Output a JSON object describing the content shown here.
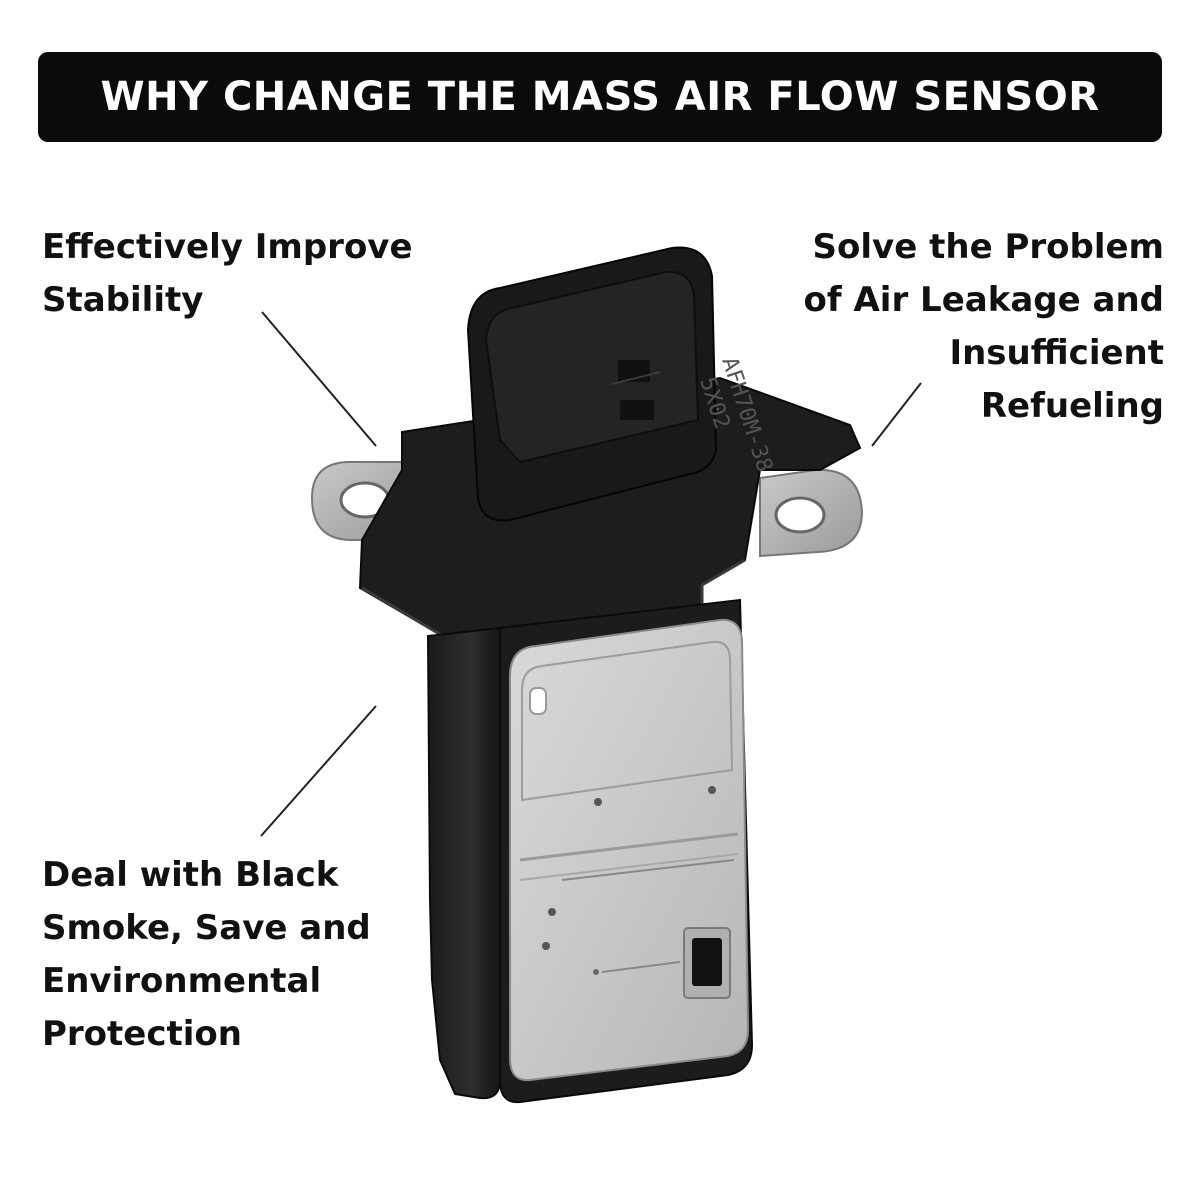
{
  "banner": {
    "title": "WHY CHANGE THE MASS AIR FLOW SENSOR"
  },
  "callouts": {
    "top_left": {
      "lines": [
        "Effectively Improve",
        "Stability"
      ]
    },
    "top_right": {
      "lines": [
        "Solve the Problem",
        "of Air Leakage and",
        "Insufficient",
        "Refueling"
      ]
    },
    "bottom_left": {
      "lines": [
        "Deal with Black",
        "Smoke, Save and",
        "Environmental",
        "Protection"
      ]
    }
  },
  "product": {
    "part_marking_1": "AFH70M-38",
    "part_marking_2": "5X02"
  },
  "colors": {
    "banner_bg": "#0b0b0b",
    "banner_text": "#ffffff",
    "text": "#111111"
  }
}
